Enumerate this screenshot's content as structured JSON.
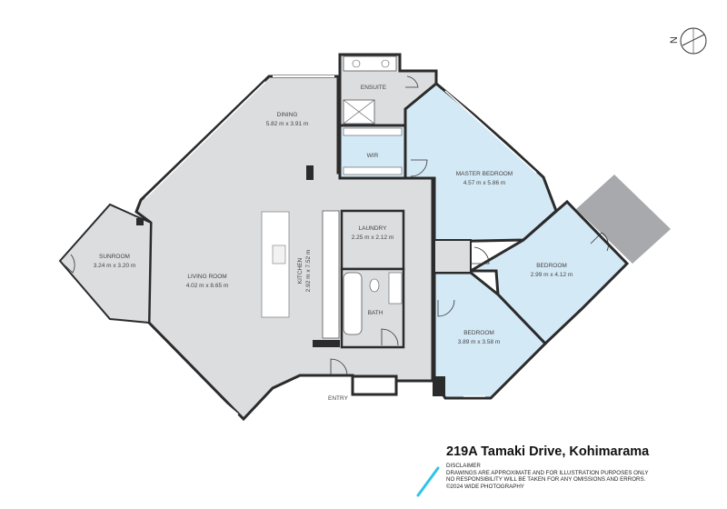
{
  "compass": {
    "label": "N"
  },
  "rooms": {
    "dining": {
      "name": "DINING",
      "size": "5.82 m x 3.91 m"
    },
    "ensuite": {
      "name": "ENSUITE"
    },
    "wir": {
      "name": "WIR"
    },
    "master_bedroom": {
      "name": "MASTER BEDROOM",
      "size": "4.57 m x 5.86 m"
    },
    "sunroom": {
      "name": "SUNROOM",
      "size": "3.24 m x 3.20 m"
    },
    "living_room": {
      "name": "LIVING ROOM",
      "size": "4.02 m x 8.65 m"
    },
    "kitchen": {
      "name": "KITCHEN",
      "size": "2.92 m x 7.52 m"
    },
    "laundry": {
      "name": "LAUNDRY",
      "size": "2.25 m x 2.12 m"
    },
    "bedroom_1": {
      "name": "BEDROOM",
      "size": "2.99 m x 4.12 m"
    },
    "bath": {
      "name": "BATH"
    },
    "bedroom_2": {
      "name": "BEDROOM",
      "size": "3.89 m x 3.58 m"
    },
    "entry": {
      "name": "ENTRY"
    }
  },
  "footer": {
    "address": "219A Tamaki Drive, Kohimarama",
    "disclaimer_title": "DISCLAIMER",
    "disclaimer_line1": "DRAWINGS ARE APPROXIMATE AND FOR ILLUSTRATION PURPOSES ONLY",
    "disclaimer_line2": "NO RESPONSIBILITY WILL BE TAKEN FOR ANY OMISSIONS AND ERRORS.",
    "copyright": "©2024 WIDE PHOTOGRAPHY"
  },
  "colors": {
    "living_fill": "#dcdddf",
    "bedroom_fill": "#d4e9f6",
    "deck_fill": "#a7a9ac",
    "wall": "#2b2b2b",
    "accent": "#2ec4e6"
  }
}
